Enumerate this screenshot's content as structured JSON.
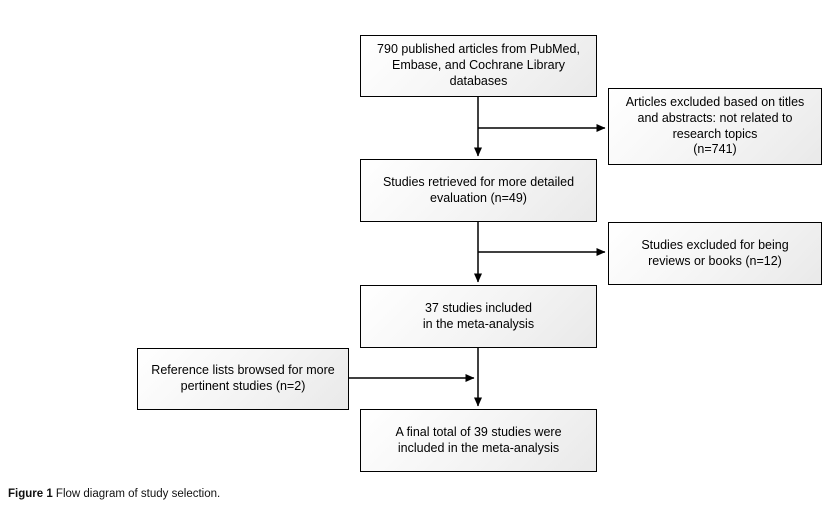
{
  "figure": {
    "caption": {
      "label": "Figure 1",
      "text": " Flow diagram of study selection."
    },
    "colors": {
      "background": "#ffffff",
      "box_border": "#000000",
      "box_fill_light": "#ffffff",
      "box_fill_dark": "#e9e9e9",
      "text": "#000000",
      "connector": "#000000"
    }
  },
  "diagram": {
    "boxes": [
      {
        "id": "identified",
        "lines": [
          "790 published articles from PubMed,",
          "Embase, and Cochrane Library",
          "databases"
        ]
      },
      {
        "id": "excluded-titles-abstracts",
        "lines": [
          "Articles excluded based on titles",
          "and abstracts: not related to",
          "research topics",
          "(n=741)"
        ]
      },
      {
        "id": "retrieved-detailed-evaluation",
        "lines": [
          "Studies retrieved for more detailed",
          "evaluation (n=49)"
        ]
      },
      {
        "id": "excluded-reviews-books",
        "lines": [
          "Studies excluded for being",
          "reviews or books (n=12)"
        ]
      },
      {
        "id": "included-meta-analysis",
        "lines": [
          "37 studies included",
          "in the meta-analysis"
        ]
      },
      {
        "id": "reference-lists",
        "lines": [
          "Reference lists browsed for more",
          "pertinent studies (n=2)"
        ]
      },
      {
        "id": "final-total",
        "lines": [
          "A final total of 39 studies were",
          "included in the meta-analysis"
        ]
      }
    ]
  }
}
